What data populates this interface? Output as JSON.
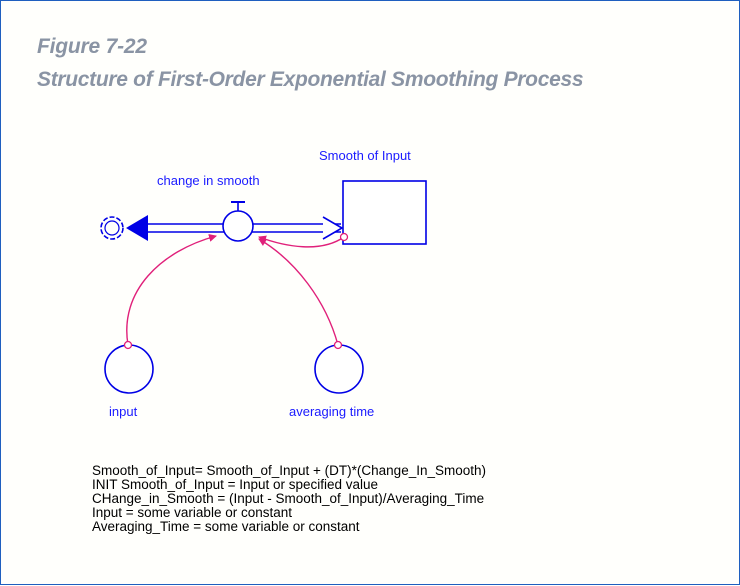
{
  "figure": {
    "label": "Figure 7-22",
    "title": "Structure of First-Order Exponential Smoothing Process"
  },
  "diagram": {
    "stock_label": "Smooth of Input",
    "flow_label": "change in smooth",
    "input_label": "input",
    "averaging_label": "averaging time",
    "colors": {
      "elements": "#0000e6",
      "connectors": "#e0207a"
    }
  },
  "equations": [
    "Smooth_of_Input= Smooth_of_Input + (DT)*(Change_In_Smooth)",
    "INIT Smooth_of_Input = Input or specified value",
    "CHange_in_Smooth = (Input - Smooth_of_Input)/Averaging_Time",
    "Input = some variable or constant",
    "Averaging_Time = some variable or constant"
  ]
}
